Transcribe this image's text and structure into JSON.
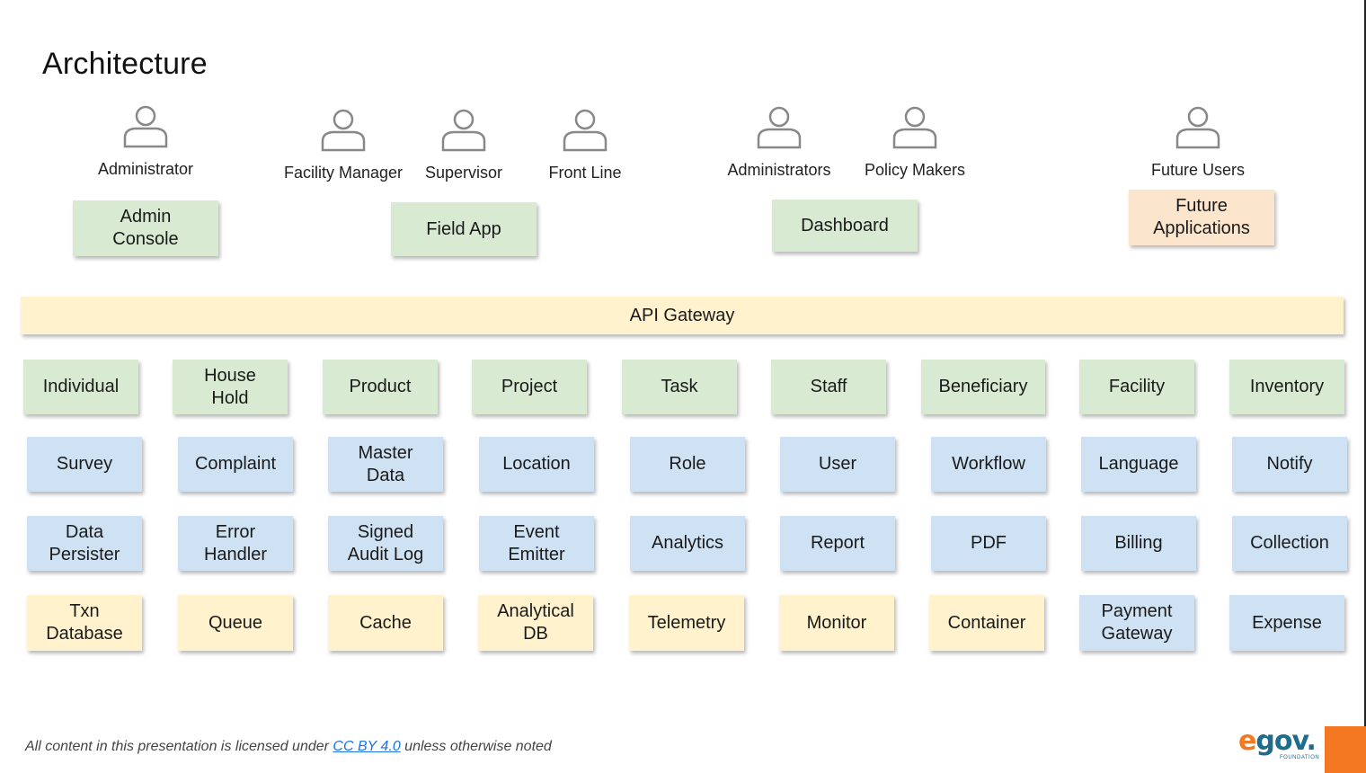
{
  "title": "Architecture",
  "users": [
    {
      "label": "Administrator",
      "icon": "person-icon"
    },
    {
      "label": "Facility Manager",
      "icon": "person-icon"
    },
    {
      "label": "Supervisor",
      "icon": "person-icon"
    },
    {
      "label": "Front Line",
      "icon": "person-icon"
    },
    {
      "label": "Administrators",
      "icon": "person-icon"
    },
    {
      "label": "Policy Makers",
      "icon": "person-icon"
    },
    {
      "label": "Future Users",
      "icon": "person-icon"
    }
  ],
  "apps": {
    "admin_console": "Admin\nConsole",
    "field_app": "Field App",
    "dashboard": "Dashboard",
    "future_applications": "Future\nApplications"
  },
  "gateway": "API Gateway",
  "rows": [
    [
      "Individual",
      "House\nHold",
      "Product",
      "Project",
      "Task",
      "Staff",
      "Beneficiary",
      "Facility",
      "Inventory"
    ],
    [
      "Survey",
      "Complaint",
      "Master\nData",
      "Location",
      "Role",
      "User",
      "Workflow",
      "Language",
      "Notify"
    ],
    [
      "Data\nPersister",
      "Error\nHandler",
      "Signed\nAudit Log",
      "Event\nEmitter",
      "Analytics",
      "Report",
      "PDF",
      "Billing",
      "Collection"
    ],
    [
      "Txn\nDatabase",
      "Queue",
      "Cache",
      "Analytical\nDB",
      "Telemetry",
      "Monitor",
      "Container",
      "Payment\nGateway",
      "Expense"
    ]
  ],
  "colors": {
    "green": "#d9ead3",
    "blue": "#cfe2f3",
    "yellow": "#fff2cc",
    "orange": "#fce5cd",
    "brand_orange": "#f47721",
    "brand_blue": "#1f6c8d"
  },
  "footer": {
    "prefix": "All content in this presentation is licensed under ",
    "link": "CC BY 4.0",
    "suffix": " unless otherwise noted"
  },
  "logo": {
    "e": "e",
    "gov": "gov.",
    "sub": "FOUNDATION"
  }
}
